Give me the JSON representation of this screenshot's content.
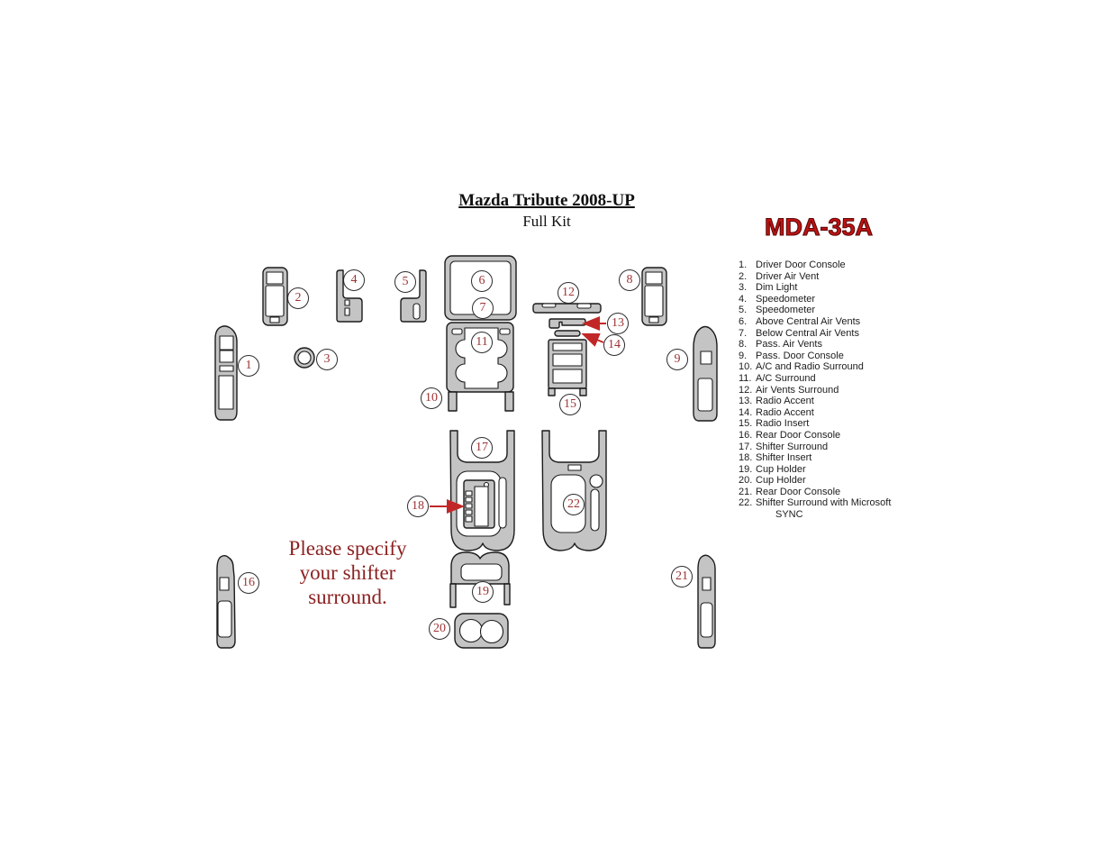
{
  "header": {
    "title": "Mazda Tribute 2008-UP",
    "subtitle": "Full Kit"
  },
  "part_number": "MDA-35A",
  "note": {
    "lines": [
      "Please specify",
      "your shifter",
      "surround."
    ]
  },
  "legend": {
    "items": [
      {
        "num": "1.",
        "label": "Driver Door Console"
      },
      {
        "num": "2.",
        "label": "Driver Air Vent"
      },
      {
        "num": "3.",
        "label": "Dim Light"
      },
      {
        "num": "4.",
        "label": "Speedometer"
      },
      {
        "num": "5.",
        "label": "Speedometer"
      },
      {
        "num": "6.",
        "label": "Above Central Air Vents"
      },
      {
        "num": "7.",
        "label": "Below Central Air Vents"
      },
      {
        "num": "8.",
        "label": "Pass. Air Vents"
      },
      {
        "num": "9.",
        "label": "Pass. Door Console"
      },
      {
        "num": "10.",
        "label": "A/C and Radio Surround"
      },
      {
        "num": "11.",
        "label": "A/C Surround"
      },
      {
        "num": "12.",
        "label": "Air Vents Surround"
      },
      {
        "num": "13.",
        "label": "Radio Accent"
      },
      {
        "num": "14.",
        "label": "Radio Accent"
      },
      {
        "num": "15.",
        "label": "Radio Insert"
      },
      {
        "num": "16.",
        "label": "Rear Door Console"
      },
      {
        "num": "17.",
        "label": "Shifter Surround"
      },
      {
        "num": "18.",
        "label": "Shifter Insert"
      },
      {
        "num": "19.",
        "label": "Cup Holder"
      },
      {
        "num": "20.",
        "label": "Cup Holder"
      },
      {
        "num": "21.",
        "label": "Rear Door Console"
      },
      {
        "num": "22.",
        "label": "Shifter Surround with Microsoft",
        "label2": "SYNC"
      }
    ]
  },
  "callouts": [
    "1",
    "2",
    "3",
    "4",
    "5",
    "6",
    "7",
    "8",
    "9",
    "10",
    "11",
    "12",
    "13",
    "14",
    "15",
    "16",
    "17",
    "18",
    "19",
    "20",
    "21",
    "22"
  ],
  "colors": {
    "part_fill": "#c4c4c4",
    "outline": "#1b1b1b",
    "callout_text": "#9c3434",
    "arrow_red": "#c22727",
    "part_number_red": "#c11212",
    "note_red": "#8b2121"
  }
}
